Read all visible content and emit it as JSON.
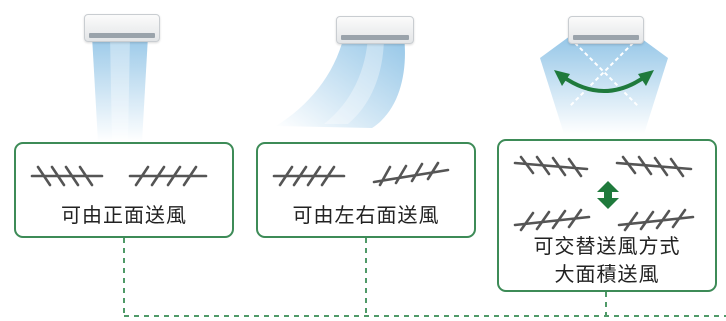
{
  "panels": [
    {
      "label": "可由正面送風"
    },
    {
      "label": "可由左右面送風"
    },
    {
      "label_line1": "可交替送風方式",
      "label_line2": "大面積送風"
    }
  ],
  "colors": {
    "panel_border": "#3d8b57",
    "connector": "#4f9a68",
    "arrow": "#1f7a3c",
    "airflow": "#8fc3e6",
    "hatch": "#555555"
  },
  "icons": [
    "air-conditioner-icon",
    "airflow-icon",
    "swing-arrow-icon",
    "up-down-arrow-icon",
    "hatch-mark-icon"
  ]
}
